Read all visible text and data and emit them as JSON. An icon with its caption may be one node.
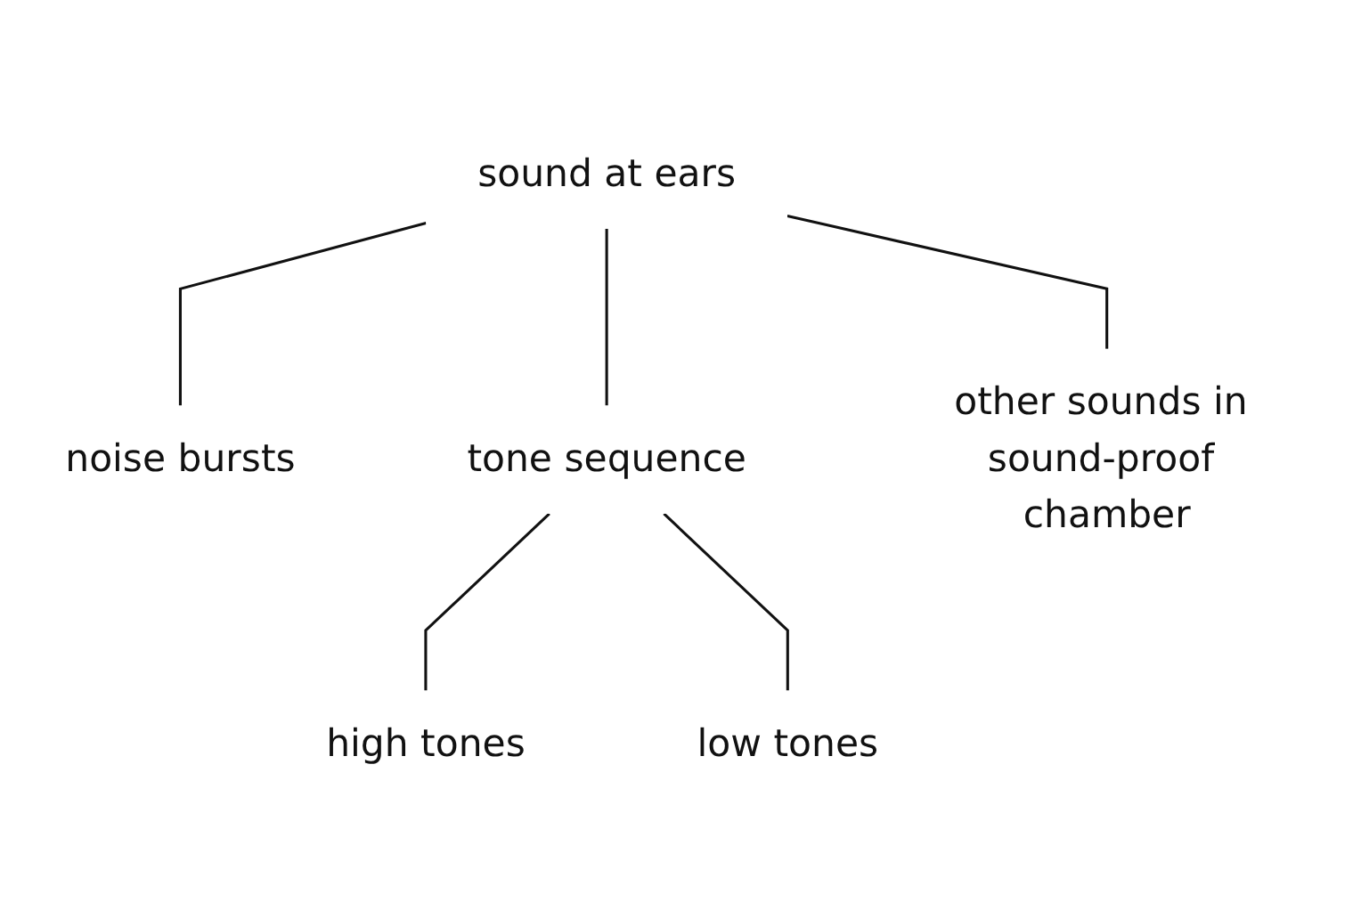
{
  "diagram": {
    "nodes": [
      {
        "text": [
          "sound at ears"
        ]
      },
      {
        "text": [
          "noise bursts"
        ]
      },
      {
        "text": [
          "tone sequence"
        ]
      },
      {
        "text": [
          "other sounds in sound-proof chamber"
        ]
      },
      {
        "text": [
          "high tones"
        ]
      },
      {
        "text": [
          "low tones"
        ]
      }
    ],
    "edges": [
      {
        "from": 0,
        "to": 1,
        "arrow": "none"
      },
      {
        "from": 0,
        "to": 2,
        "arrow": "none"
      },
      {
        "from": 0,
        "to": 3,
        "arrow": "none"
      },
      {
        "from": 2,
        "to": 4,
        "arrow": "none"
      },
      {
        "from": 2,
        "to": 5,
        "arrow": "none"
      }
    ]
  }
}
